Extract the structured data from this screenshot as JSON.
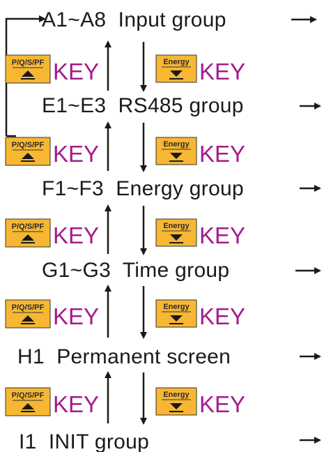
{
  "groups": [
    {
      "label": "A1~A8  Input group"
    },
    {
      "label": "E1~E3  RS485 group"
    },
    {
      "label": "F1~F3  Energy group"
    },
    {
      "label": "G1~G3  Time group"
    },
    {
      "label": "H1  Permanent screen"
    },
    {
      "label": "I1  INIT group"
    }
  ],
  "keys": {
    "up_key_label": "P/Q/S/PF",
    "down_key_label": "Energy",
    "key_word": "KEY"
  },
  "colors": {
    "key_fill": "#f7b733",
    "key_word": "#a51a8a",
    "arrow": "#1a1a1a",
    "text": "#1a1a1a"
  },
  "icons": {
    "up_key": "triangle-up-icon",
    "down_key": "triangle-down-icon",
    "arrow": "arrow-right-icon"
  }
}
